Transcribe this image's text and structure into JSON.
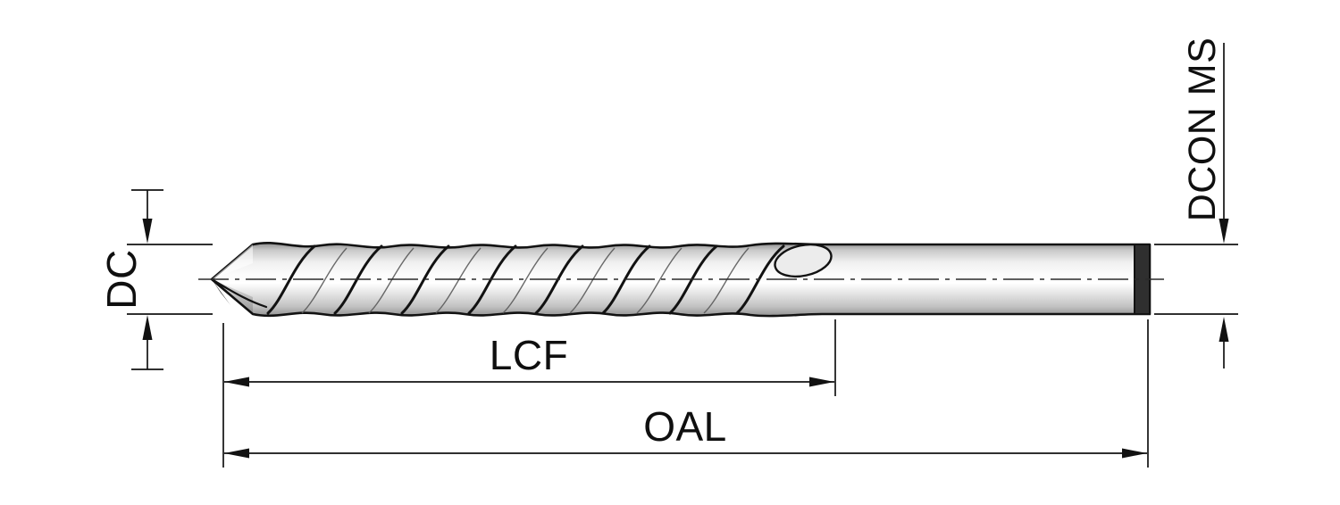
{
  "diagram": {
    "labels": {
      "dc": "DC",
      "lcf": "LCF",
      "oal": "OAL",
      "dcon_ms": "DCON MS"
    },
    "colors": {
      "line": "#121212",
      "metal_highlight": "#ffffff",
      "metal_mid": "#d6d6d6",
      "metal_shadow": "#8e8e8e",
      "shank_end_cap": "#2f2f2f",
      "background": "#ffffff"
    }
  }
}
